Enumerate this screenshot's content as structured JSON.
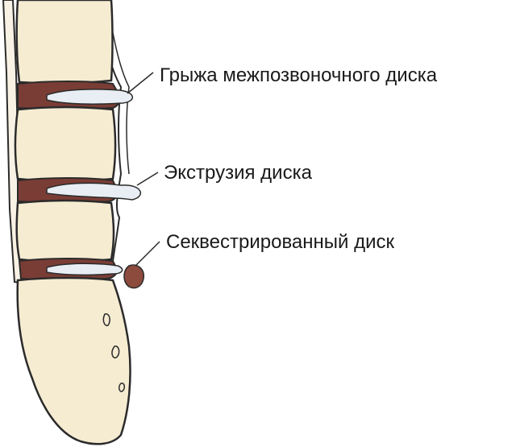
{
  "colors": {
    "bone": "#f6ecd2",
    "outline": "#2b2b2b",
    "disc_annulus": "#7a3d35",
    "nucleus": "#e8eef3",
    "sequester": "#8d4b3e",
    "background": "#ffffff"
  },
  "labels": {
    "herniation": "Грыжа межпозвоночного диска",
    "extrusion": "Экструзия диска",
    "sequestration": "Секвестрированный диск"
  }
}
